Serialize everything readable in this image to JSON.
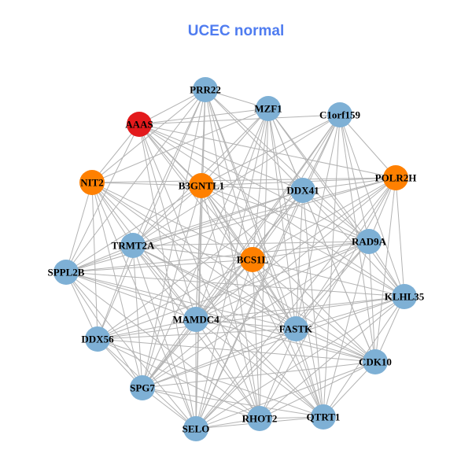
{
  "title": "UCEC normal",
  "colors": {
    "blue": "#7eb0d5",
    "orange": "#ff8000",
    "red": "#e31a1c",
    "edge": "#b3b3b3",
    "title": "#4f7cf0"
  },
  "nodes": [
    {
      "name": "PRR22",
      "group": "blue"
    },
    {
      "name": "MZF1",
      "group": "blue"
    },
    {
      "name": "C1orf159",
      "group": "blue"
    },
    {
      "name": "AAAS",
      "group": "red"
    },
    {
      "name": "NIT2",
      "group": "orange"
    },
    {
      "name": "B3GNTL1",
      "group": "orange"
    },
    {
      "name": "DDX41",
      "group": "blue"
    },
    {
      "name": "POLR2H",
      "group": "orange"
    },
    {
      "name": "TRMT2A",
      "group": "blue"
    },
    {
      "name": "RAD9A",
      "group": "blue"
    },
    {
      "name": "BCS1L",
      "group": "orange"
    },
    {
      "name": "SPPL2B",
      "group": "blue"
    },
    {
      "name": "KLHL35",
      "group": "blue"
    },
    {
      "name": "MAMDC4",
      "group": "blue"
    },
    {
      "name": "FASTK",
      "group": "blue"
    },
    {
      "name": "DDX56",
      "group": "blue"
    },
    {
      "name": "CDK10",
      "group": "blue"
    },
    {
      "name": "SPG7",
      "group": "blue"
    },
    {
      "name": "SELO",
      "group": "blue"
    },
    {
      "name": "RHOT2",
      "group": "blue"
    },
    {
      "name": "QTRT1",
      "group": "blue"
    }
  ],
  "adjacency": [
    [
      1,
      3,
      4,
      5,
      6,
      8,
      9,
      10,
      11,
      13,
      14,
      15,
      17,
      18,
      19,
      20
    ],
    [
      3,
      4,
      5,
      6,
      8,
      9,
      10,
      12,
      13,
      14,
      16,
      17,
      18,
      19,
      20
    ],
    [
      3,
      5,
      6,
      7,
      8,
      9,
      10,
      12,
      13,
      14,
      16,
      17,
      18,
      20
    ],
    [
      4,
      5,
      6,
      7,
      9,
      10,
      11,
      12,
      13,
      14,
      16,
      18,
      19
    ],
    [
      5,
      7,
      8,
      10,
      11,
      13,
      14,
      15,
      16,
      17,
      18,
      20
    ],
    [
      6,
      7,
      8,
      9,
      10,
      11,
      12,
      13,
      14,
      17,
      18,
      19,
      20
    ],
    [
      7,
      8,
      9,
      10,
      11,
      12,
      13,
      14,
      15,
      16,
      17,
      18,
      20
    ],
    [
      8,
      9,
      10,
      11,
      12,
      13,
      14,
      16,
      17,
      18,
      19
    ],
    [
      9,
      10,
      11,
      13,
      14,
      15,
      16,
      17,
      18,
      19,
      20
    ],
    [
      10,
      11,
      12,
      13,
      14,
      15,
      16,
      17,
      18,
      20
    ],
    [
      11,
      12,
      13,
      14,
      15,
      16,
      17,
      18,
      19,
      20
    ],
    [
      12,
      13,
      14,
      15,
      16,
      17,
      18,
      19
    ],
    [
      13,
      14,
      15,
      16,
      17,
      18,
      19,
      20
    ],
    [
      14,
      15,
      16,
      17,
      18,
      19,
      20
    ],
    [
      15,
      16,
      17,
      18,
      19,
      20
    ],
    [
      16,
      17,
      18,
      19,
      20
    ],
    [
      17,
      18,
      19,
      20
    ],
    [
      18,
      19,
      20
    ],
    [
      19,
      20
    ],
    [
      20
    ],
    []
  ]
}
